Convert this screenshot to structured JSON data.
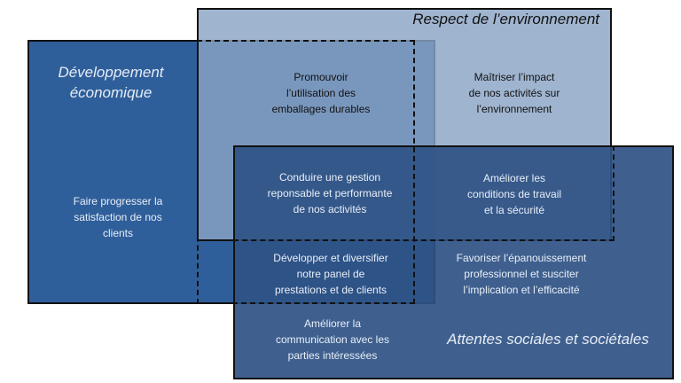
{
  "diagram": {
    "zones": {
      "environnement": {
        "title": "Respect de l’environnement"
      },
      "economique": {
        "title": "Développement\néconomique"
      },
      "social": {
        "title": "Attentes sociales et sociétales"
      }
    },
    "cells": {
      "promouvoir": "Promouvoir\nl’utilisation des\nemballages durables",
      "maitriser": "Maîtriser l’impact\nde nos activités sur\nl’environnement",
      "satisfaction": "Faire progresser la\nsatisfaction de nos\nclients",
      "conduire": "Conduire une gestion\nreponsable et performante\nde nos activités",
      "ameliorer_conditions": "Améliorer les\nconditions de travail\net la sécurité",
      "developper": "Développer et diversifier\nnotre panel de\nprestations et de clients",
      "favoriser": "Favoriser l’épanouissement\nprofessionnel et susciter\nl’implication et l’efficacité",
      "communication": "Améliorer la\ncommunication avec les\nparties intéressées"
    }
  },
  "colors": {
    "economique": "#2f5f9a",
    "environnement": "#8aa4c4",
    "social": "#2f5284",
    "border": "#111111"
  }
}
